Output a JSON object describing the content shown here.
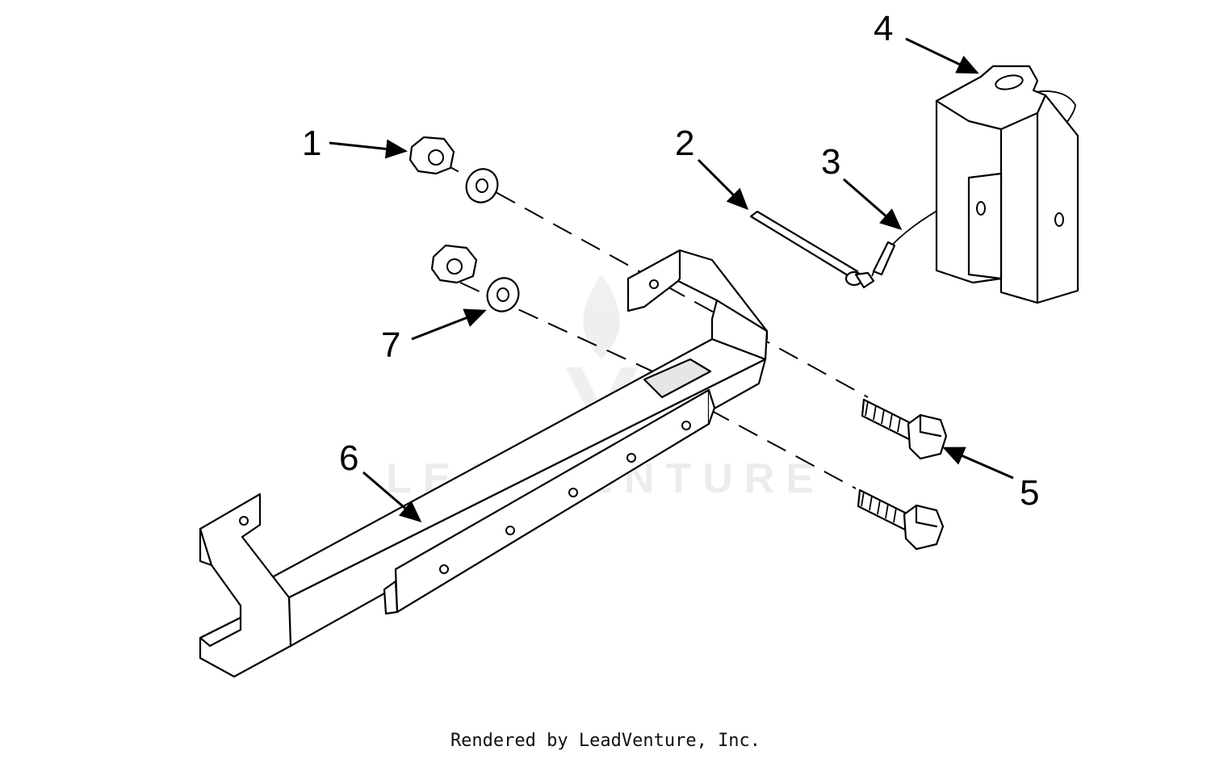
{
  "watermark": "LEADVENTURE",
  "footer": "Rendered by LeadVenture, Inc.",
  "callouts": [
    "1",
    "2",
    "3",
    "4",
    "5",
    "6",
    "7"
  ],
  "colors": {
    "line": "#000000",
    "background": "#ffffff",
    "shade": "#e6e6e6"
  }
}
